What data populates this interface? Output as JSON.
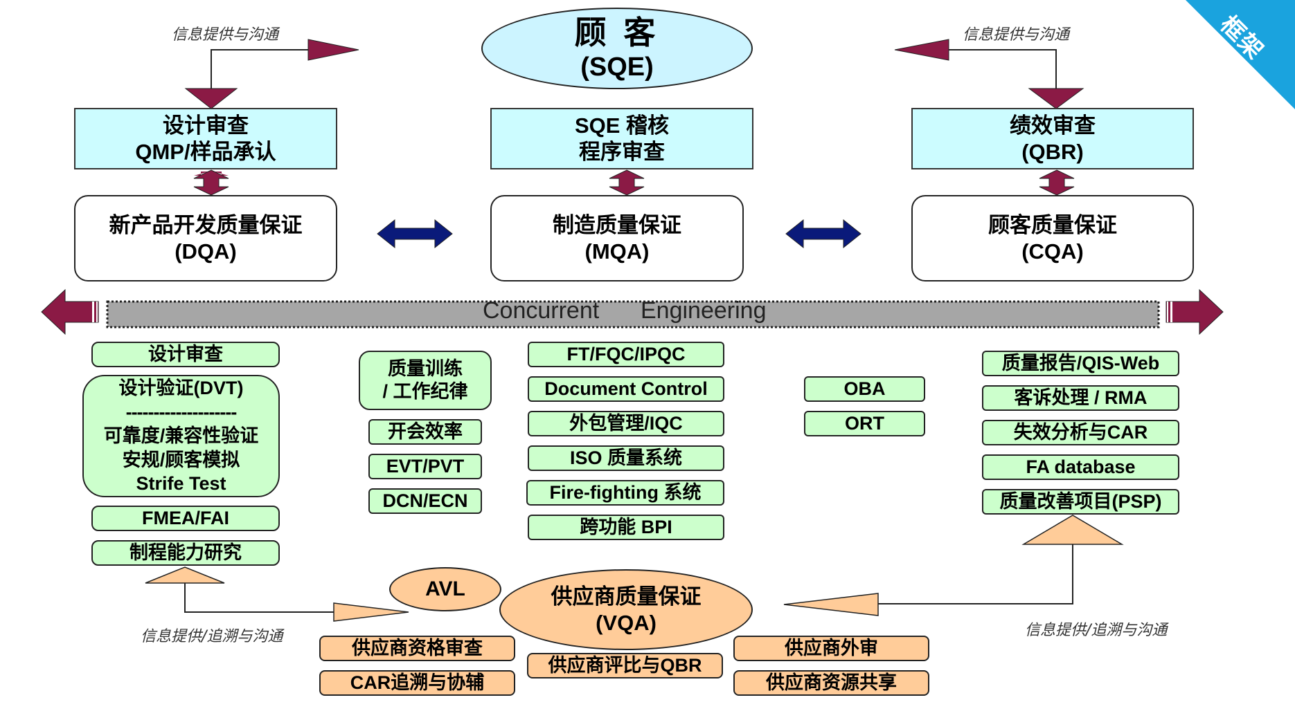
{
  "corner_label": "框架",
  "customer": {
    "title": "顾 客",
    "sub": "(SQE)"
  },
  "notes": {
    "top_left": "信息提供与沟通",
    "top_right": "信息提供与沟通",
    "bottom_left": "信息提供/追溯与沟通",
    "bottom_right": "信息提供/追溯与沟通"
  },
  "audits": {
    "design": [
      "设计审查",
      "QMP/样品承认"
    ],
    "sqe": [
      "SQE 稽核",
      "程序审查"
    ],
    "performance": [
      "绩效审查",
      "(QBR)"
    ]
  },
  "assurance": {
    "dqa": [
      "新产品开发质量保证",
      "(DQA)"
    ],
    "mqa": [
      "制造质量保证",
      "(MQA)"
    ],
    "cqa": [
      "顾客质量保证",
      "(CQA)"
    ]
  },
  "band": {
    "left": "Concurrent",
    "right": "Engineering"
  },
  "dqa_items": {
    "design_review": "设计审查",
    "dvt": [
      "设计验证(DVT)",
      "--------------------",
      "可靠度/兼容性验证",
      "安规/顾客模拟",
      "Strife Test"
    ],
    "fmea": "FMEA/FAI",
    "process": "制程能力研究"
  },
  "training_items": {
    "training": [
      "质量训练",
      "/ 工作纪律"
    ],
    "meeting": "开会效率",
    "evt": "EVT/PVT",
    "dcn": "DCN/ECN"
  },
  "mqa_items": [
    "FT/FQC/IPQC",
    "Document Control",
    "外包管理/IQC",
    "ISO 质量系统",
    "Fire-fighting 系统",
    "跨功能 BPI"
  ],
  "test_items": [
    "OBA",
    "ORT"
  ],
  "cqa_items": [
    "质量报告/QIS-Web",
    "客诉处理 / RMA",
    "失效分析与CAR",
    "FA database",
    "质量改善项目(PSP)"
  ],
  "avl": "AVL",
  "vqa": {
    "title": "供应商质量保证",
    "sub": "(VQA)"
  },
  "vqa_items": {
    "qualification": "供应商资格审查",
    "car": "CAR追溯与协辅",
    "rating": "供应商评比与QBR",
    "external_audit": "供应商外审",
    "resource": "供应商资源共享"
  },
  "colors": {
    "cyan_box": "#ccfcff",
    "green_box": "#ccffcc",
    "peach_box": "#ffcc99",
    "oval_blue": "#ccf4ff",
    "maroon_arrow": "#8b1a45",
    "navy_arrow": "#0a1a7a",
    "band_gray": "#a6a6a6",
    "corner_blue": "#1aa3de"
  }
}
